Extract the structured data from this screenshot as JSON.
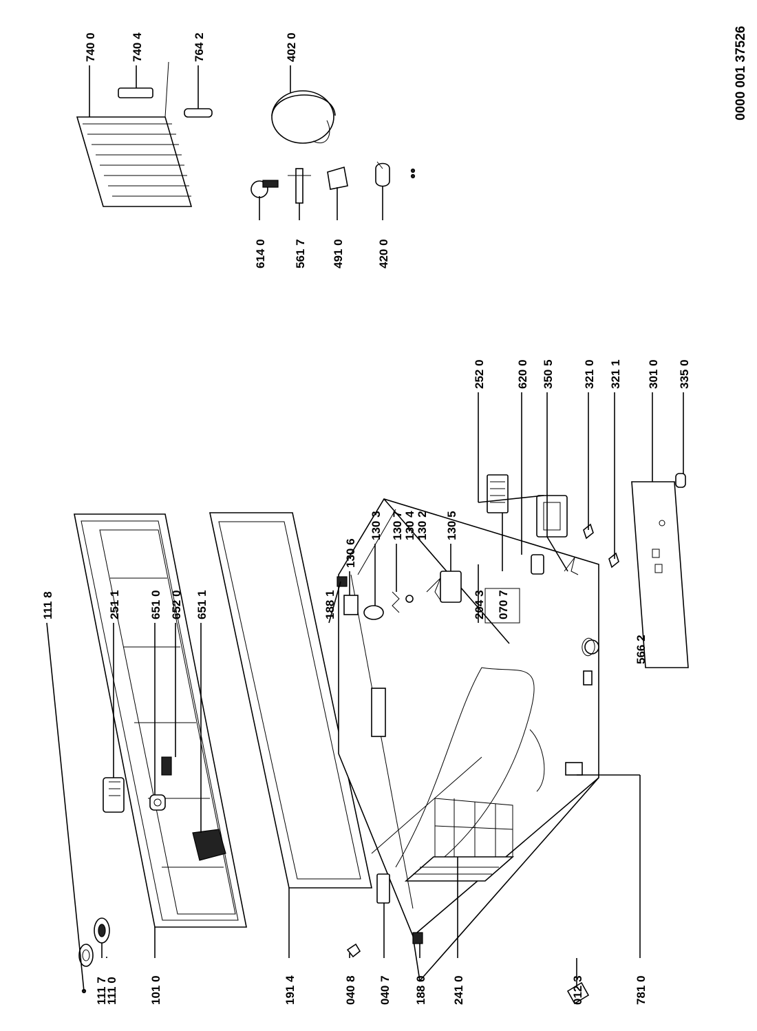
{
  "document_id": "0000 001 37526",
  "labels": {
    "l1117": "111 7",
    "l1110": "111 0",
    "l1010": "101 0",
    "l1914": "191 4",
    "l0408": "040 8",
    "l0407": "040 7",
    "l1880": "188 0",
    "l2410": "241 0",
    "l0123": "012 3",
    "l7810": "781 0",
    "l1118": "111 8",
    "l2511": "251 1",
    "l6510": "651 0",
    "l6520": "652 0",
    "l6511": "651 1",
    "l1881": "188 1",
    "l1306": "130 6",
    "l1303": "130 3",
    "l1307": "130 7",
    "l1304": "130 4",
    "l1302": "130 2",
    "l1305": "130 5",
    "l2043": "204 3",
    "l0707": "070 7",
    "l5662": "566 2",
    "l2520": "252 0",
    "l6200": "620 0",
    "l3505": "350 5",
    "l3210": "321 0",
    "l3211": "321 1",
    "l3010": "301 0",
    "l3350": "335 0",
    "l6140": "614 0",
    "l5617": "561 7",
    "l4910": "491 0",
    "l4200": "420 0",
    "l7400": "740 0",
    "l7404": "740 4",
    "l7642": "764 2",
    "l4020": "402 0"
  }
}
